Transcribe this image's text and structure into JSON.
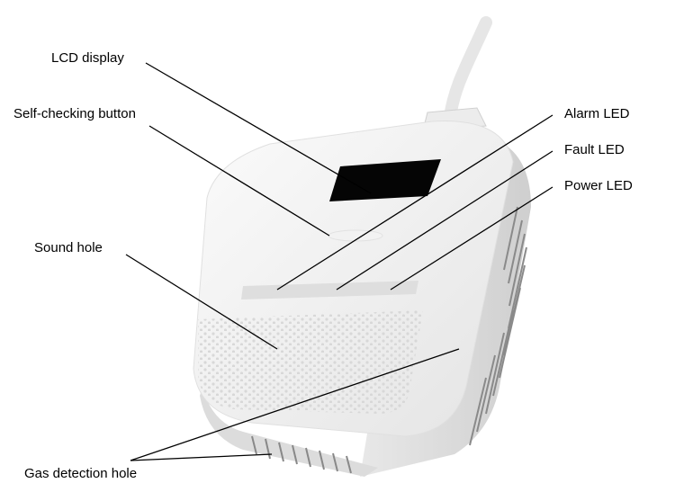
{
  "labels": {
    "lcd_display": "LCD display",
    "self_checking_button": "Self-checking button",
    "sound_hole": "Sound hole",
    "gas_detection_hole": "Gas detection hole",
    "alarm_led": "Alarm LED",
    "fault_led": "Fault LED",
    "power_led": "Power LED"
  }
}
